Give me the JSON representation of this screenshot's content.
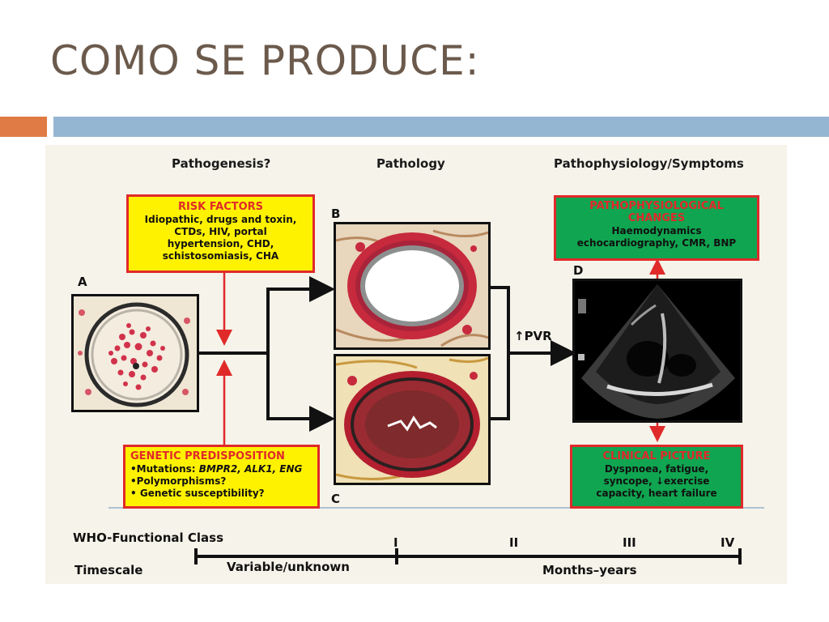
{
  "slide": {
    "title": "COMO SE PRODUCE:"
  },
  "figure": {
    "headers": {
      "pathogenesis": "Pathogenesis?",
      "pathology": "Pathology",
      "pathophysiology": "Pathophysiology/Symptoms"
    },
    "risk_factors": {
      "title": "RISK FACTORS",
      "lines": [
        "Idiopathic, drugs and toxin,",
        "CTDs, HIV, portal",
        "hypertension, CHD,",
        "schistosomiasis, CHA"
      ]
    },
    "genetic": {
      "title": "GENETIC PREDISPOSITION",
      "line1_prefix": "•Mutations: ",
      "line1_genes": "BMPR2, ALK1, ENG",
      "line2": "•Polymorphisms?",
      "line3": "• Genetic susceptibility?"
    },
    "pathophys_changes": {
      "title_line1": "PATHOPHYSIOLOGICAL",
      "title_line2": "CHANGES",
      "lines": [
        "Haemodynamics",
        "echocardiography, CMR, BNP"
      ]
    },
    "clinical_picture": {
      "title": "CLINICAL PICTURE",
      "lines": [
        "Dyspnoea, fatigue,",
        "syncope, ↓exercise",
        "capacity, heart failure"
      ]
    },
    "panel_letters": {
      "a": "A",
      "b": "B",
      "c": "C",
      "d": "D"
    },
    "pvr_label": "↑PVR",
    "who_class": {
      "label": "WHO-Functional Class",
      "classes": [
        "I",
        "II",
        "III",
        "IV"
      ]
    },
    "timescale": {
      "label": "Timescale",
      "early": "Variable/unknown",
      "late": "Months–years"
    },
    "colors": {
      "risk_box": "#fff200",
      "pathophys_box": "#10a550",
      "box_border": "#e02a2a",
      "title_text": "#6b5a4c",
      "accent_orange": "#e07b45",
      "accent_blue": "#94b6d2"
    }
  }
}
